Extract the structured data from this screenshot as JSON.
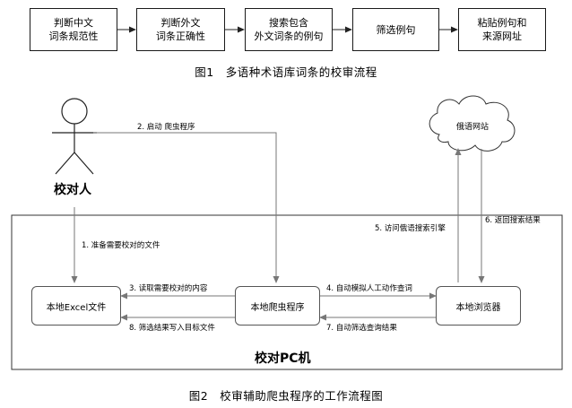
{
  "fig1": {
    "steps": [
      "判断中文\n词条规范性",
      "判断外文\n词条正确性",
      "搜索包含\n外文词条的例句",
      "筛选例句",
      "粘贴例句和\n来源网址"
    ],
    "caption": "图1　多语种术语库词条的校审流程"
  },
  "fig2": {
    "actor": "校对人",
    "cloud": "俄语网站",
    "pc_label": "校对PC机",
    "nodes": {
      "excel": "本地Excel文件",
      "crawler": "本地爬虫程序",
      "browser": "本地浏览器"
    },
    "edges": {
      "e1": "1. 准备需要校对的文件",
      "e2": "2. 启动 爬虫程序",
      "e3": "3. 读取需要校对的内容",
      "e4": "4. 自动模拟人工动作查词",
      "e5": "5. 访问俄语搜索引擎",
      "e6": "6. 返回搜索结果",
      "e7": "7. 自动筛选查询结果",
      "e8": "8. 筛选结果写入目标文件"
    },
    "caption": "图2　校审辅助爬虫程序的工作流程图"
  }
}
